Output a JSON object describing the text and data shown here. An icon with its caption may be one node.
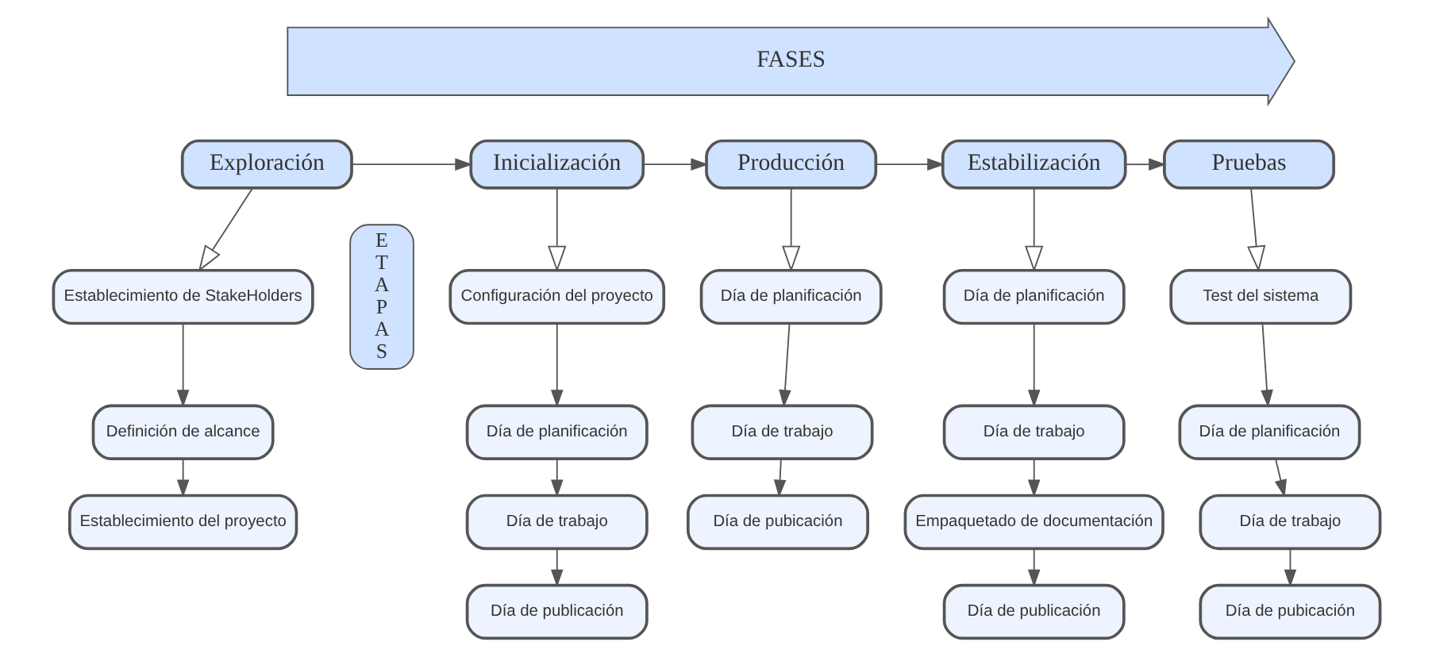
{
  "diagram": {
    "nodes": [
      {
        "text": [
          "FASES"
        ]
      },
      {
        "text": [
          "E T A P A S"
        ]
      },
      {
        "text": [
          "Exploración"
        ]
      },
      {
        "text": [
          "Inicialización"
        ]
      },
      {
        "text": [
          "Producción"
        ]
      },
      {
        "text": [
          "Estabilización"
        ]
      },
      {
        "text": [
          "Pruebas"
        ]
      },
      {
        "text": [
          "Establecimiento de StakeHolders"
        ]
      },
      {
        "text": [
          "Definición de alcance"
        ]
      },
      {
        "text": [
          "Establecimiento del proyecto"
        ]
      },
      {
        "text": [
          "Configuración del proyecto"
        ]
      },
      {
        "text": [
          "Día de planificación"
        ]
      },
      {
        "text": [
          "Día de trabajo"
        ]
      },
      {
        "text": [
          "Día de publicación"
        ]
      },
      {
        "text": [
          "Día de planificación"
        ]
      },
      {
        "text": [
          "Día de trabajo"
        ]
      },
      {
        "text": [
          "Día de pubicación"
        ]
      },
      {
        "text": [
          "Día de planificación"
        ]
      },
      {
        "text": [
          "Día de trabajo"
        ]
      },
      {
        "text": [
          "Empaquetado de documentación"
        ]
      },
      {
        "text": [
          "Día de publicación"
        ]
      },
      {
        "text": [
          "Test del sistema"
        ]
      },
      {
        "text": [
          "Día de planificación"
        ]
      },
      {
        "text": [
          "Día de trabajo"
        ]
      },
      {
        "text": [
          "Día de pubicación"
        ]
      }
    ],
    "edges": [
      {
        "from": 2,
        "to": 3,
        "arrow": "to"
      },
      {
        "from": 3,
        "to": 4,
        "arrow": "to"
      },
      {
        "from": 4,
        "to": 5,
        "arrow": "to"
      },
      {
        "from": 5,
        "to": 6,
        "arrow": "to"
      },
      {
        "from": 2,
        "to": 7,
        "arrow": "to"
      },
      {
        "from": 7,
        "to": 8,
        "arrow": "to"
      },
      {
        "from": 8,
        "to": 9,
        "arrow": "to"
      },
      {
        "from": 3,
        "to": 10,
        "arrow": "to"
      },
      {
        "from": 10,
        "to": 11,
        "arrow": "to"
      },
      {
        "from": 11,
        "to": 12,
        "arrow": "to"
      },
      {
        "from": 12,
        "to": 13,
        "arrow": "to"
      },
      {
        "from": 4,
        "to": 14,
        "arrow": "to"
      },
      {
        "from": 14,
        "to": 15,
        "arrow": "to"
      },
      {
        "from": 15,
        "to": 16,
        "arrow": "to"
      },
      {
        "from": 5,
        "to": 17,
        "arrow": "to"
      },
      {
        "from": 17,
        "to": 18,
        "arrow": "to"
      },
      {
        "from": 18,
        "to": 19,
        "arrow": "to"
      },
      {
        "from": 19,
        "to": 20,
        "arrow": "to"
      },
      {
        "from": 6,
        "to": 21,
        "arrow": "to"
      },
      {
        "from": 21,
        "to": 22,
        "arrow": "to"
      },
      {
        "from": 22,
        "to": 23,
        "arrow": "to"
      },
      {
        "from": 23,
        "to": 24,
        "arrow": "to"
      }
    ]
  }
}
